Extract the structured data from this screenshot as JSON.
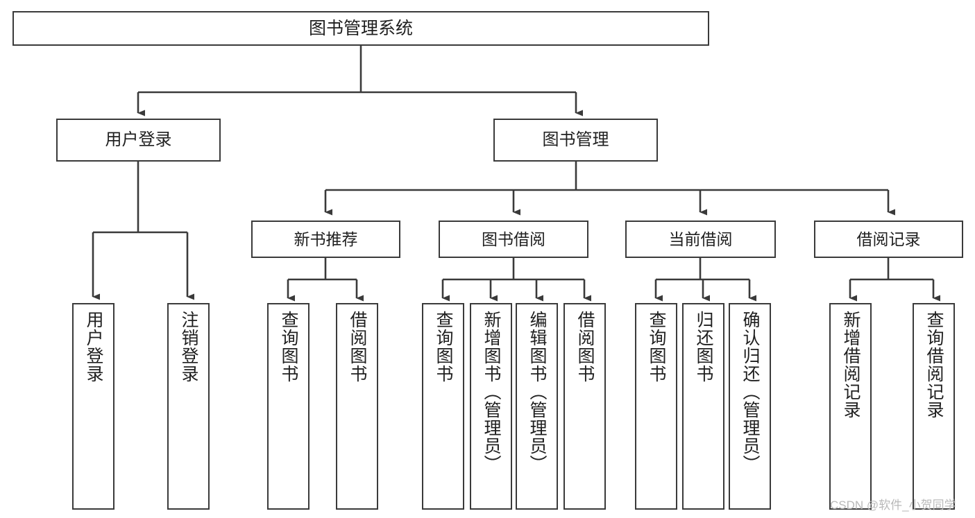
{
  "diagram": {
    "title": "图书管理系统",
    "type": "hierarchy-tree",
    "watermark": "CSDN @软件_小贺同学",
    "style": {
      "box_border_color": "#3a3a3a",
      "box_fill_color": "#ffffff",
      "connector_color": "#3a3a3a",
      "text_color": "#1f1f1f",
      "watermark_color": "#b9b9b9",
      "background": "#ffffff"
    },
    "nodes": {
      "root": {
        "label": "图书管理系统"
      },
      "level2": [
        {
          "label": "用户登录"
        },
        {
          "label": "图书管理"
        }
      ],
      "level3": [
        {
          "label": "新书推荐"
        },
        {
          "label": "图书借阅"
        },
        {
          "label": "当前借阅"
        },
        {
          "label": "借阅记录"
        }
      ],
      "leaves_user_login": [
        {
          "label": "用户登录"
        },
        {
          "label": "注销登录"
        }
      ],
      "leaves_new_book": [
        {
          "label": "查询图书"
        },
        {
          "label": "借阅图书"
        }
      ],
      "leaves_borrow": [
        {
          "label": "查询图书"
        },
        {
          "label": "新增图书（管理员）"
        },
        {
          "label": "编辑图书（管理员）"
        },
        {
          "label": "借阅图书"
        }
      ],
      "leaves_current": [
        {
          "label": "查询图书"
        },
        {
          "label": "归还图书"
        },
        {
          "label": "确认归还（管理员）"
        }
      ],
      "leaves_records": [
        {
          "label": "新增借阅记录"
        },
        {
          "label": "查询借阅记录"
        }
      ]
    }
  }
}
